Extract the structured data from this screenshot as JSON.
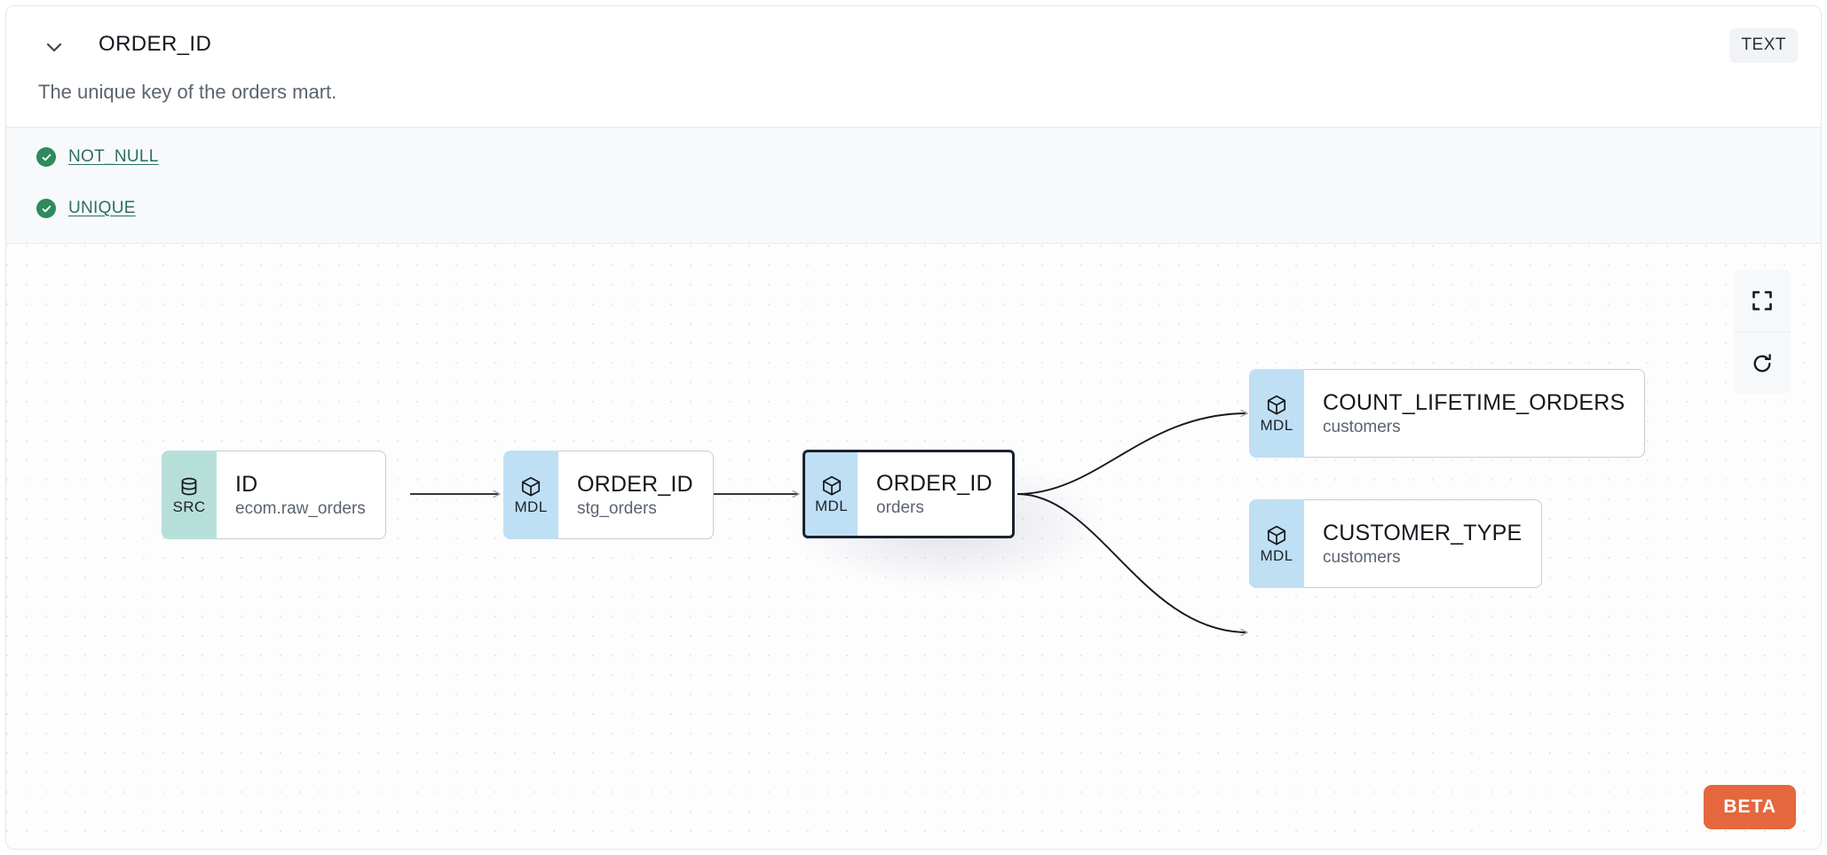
{
  "column": {
    "name": "ORDER_ID",
    "description": "The unique key of the orders mart.",
    "data_type": "TEXT",
    "chevron_icon": "chevron-down-icon"
  },
  "tests": [
    {
      "label": "NOT_NULL",
      "status_icon": "check-circle-icon",
      "status_color": "#2f8a5f"
    },
    {
      "label": "UNIQUE",
      "status_icon": "check-circle-icon",
      "status_color": "#2f8a5f"
    }
  ],
  "lineage": {
    "nodes": [
      {
        "id": "n1",
        "kind": "SRC",
        "kind_icon": "database-icon",
        "name": "ID",
        "resource": "ecom.raw_orders",
        "selected": false,
        "kind_color": "#b7dfda"
      },
      {
        "id": "n2",
        "kind": "MDL",
        "kind_icon": "cube-icon",
        "name": "ORDER_ID",
        "resource": "stg_orders",
        "selected": false,
        "kind_color": "#bfdff4"
      },
      {
        "id": "n3",
        "kind": "MDL",
        "kind_icon": "cube-icon",
        "name": "ORDER_ID",
        "resource": "orders",
        "selected": true,
        "kind_color": "#bfdff4"
      },
      {
        "id": "n4",
        "kind": "MDL",
        "kind_icon": "cube-icon",
        "name": "COUNT_LIFETIME_ORDERS",
        "resource": "customers",
        "selected": false,
        "kind_color": "#bfdff4"
      },
      {
        "id": "n5",
        "kind": "MDL",
        "kind_icon": "cube-icon",
        "name": "CUSTOMER_TYPE",
        "resource": "customers",
        "selected": false,
        "kind_color": "#bfdff4"
      }
    ],
    "edges": [
      {
        "from": "n1",
        "to": "n2"
      },
      {
        "from": "n2",
        "to": "n3"
      },
      {
        "from": "n3",
        "to": "n4"
      },
      {
        "from": "n3",
        "to": "n5"
      }
    ]
  },
  "controls": [
    {
      "name": "fit-view-button",
      "icon": "fullscreen-icon"
    },
    {
      "name": "reset-button",
      "icon": "refresh-icon"
    }
  ],
  "beta": {
    "label": "BETA",
    "color": "#e4673d"
  }
}
